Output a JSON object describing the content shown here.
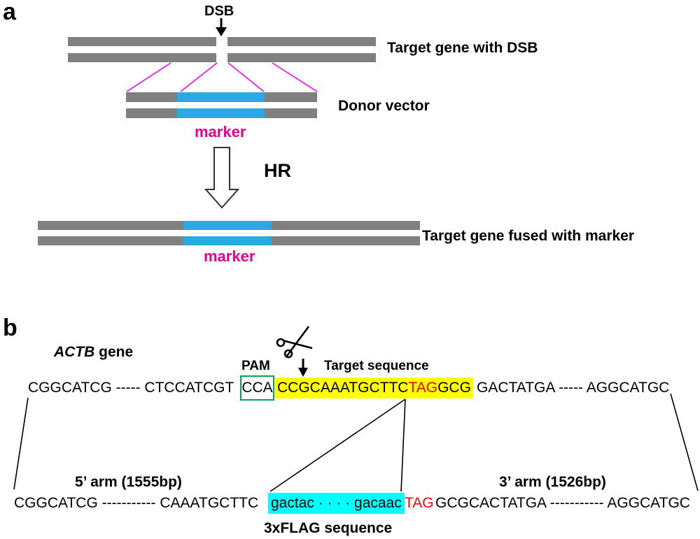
{
  "panel_a": {
    "label": "a",
    "dsb": "DSB",
    "target_gene_with_dsb": "Target gene with DSB",
    "donor_vector": "Donor vector",
    "marker_donor": "marker",
    "hr": "HR",
    "marker_result": "marker",
    "target_gene_fused": "Target gene fused with marker",
    "colors": {
      "bar_gray": "#808080",
      "marker_blue": "#29ABE2",
      "homology_line_magenta": "#FF00FF",
      "marker_text_pink": "#EC008C"
    }
  },
  "panel_b": {
    "label": "b",
    "gene_italic": "ACTB",
    "gene_suffix": " gene",
    "pam": "PAM",
    "target_sequence": "Target sequence",
    "seq_top": {
      "left": "CGGCATCG ----- CTCCATCGT",
      "pam_codon": "CCA",
      "target_pre": "CCGCAAATGCTTC",
      "stop": "TAG",
      "target_post": "GCG",
      "right": "GACTATGA ----- AGGCATGC"
    },
    "arm5": "5’ arm (1555bp)",
    "arm3": "3’ arm (1526bp)",
    "seq_bottom": {
      "left": "CGGCATCG ----------- CAAATGCTTC",
      "flag_insert": "gactac · · · · gacaac",
      "stop": "TAG",
      "right": "GCGCACTATGA ----------- AGGCATGC"
    },
    "flag_caption": "3xFLAG sequence",
    "colors": {
      "target_highlight_yellow": "#FFFF00",
      "flag_highlight_cyan": "#00FFFF",
      "stop_codon_red": "#FF0000",
      "pam_box_green": "#00A651"
    }
  }
}
